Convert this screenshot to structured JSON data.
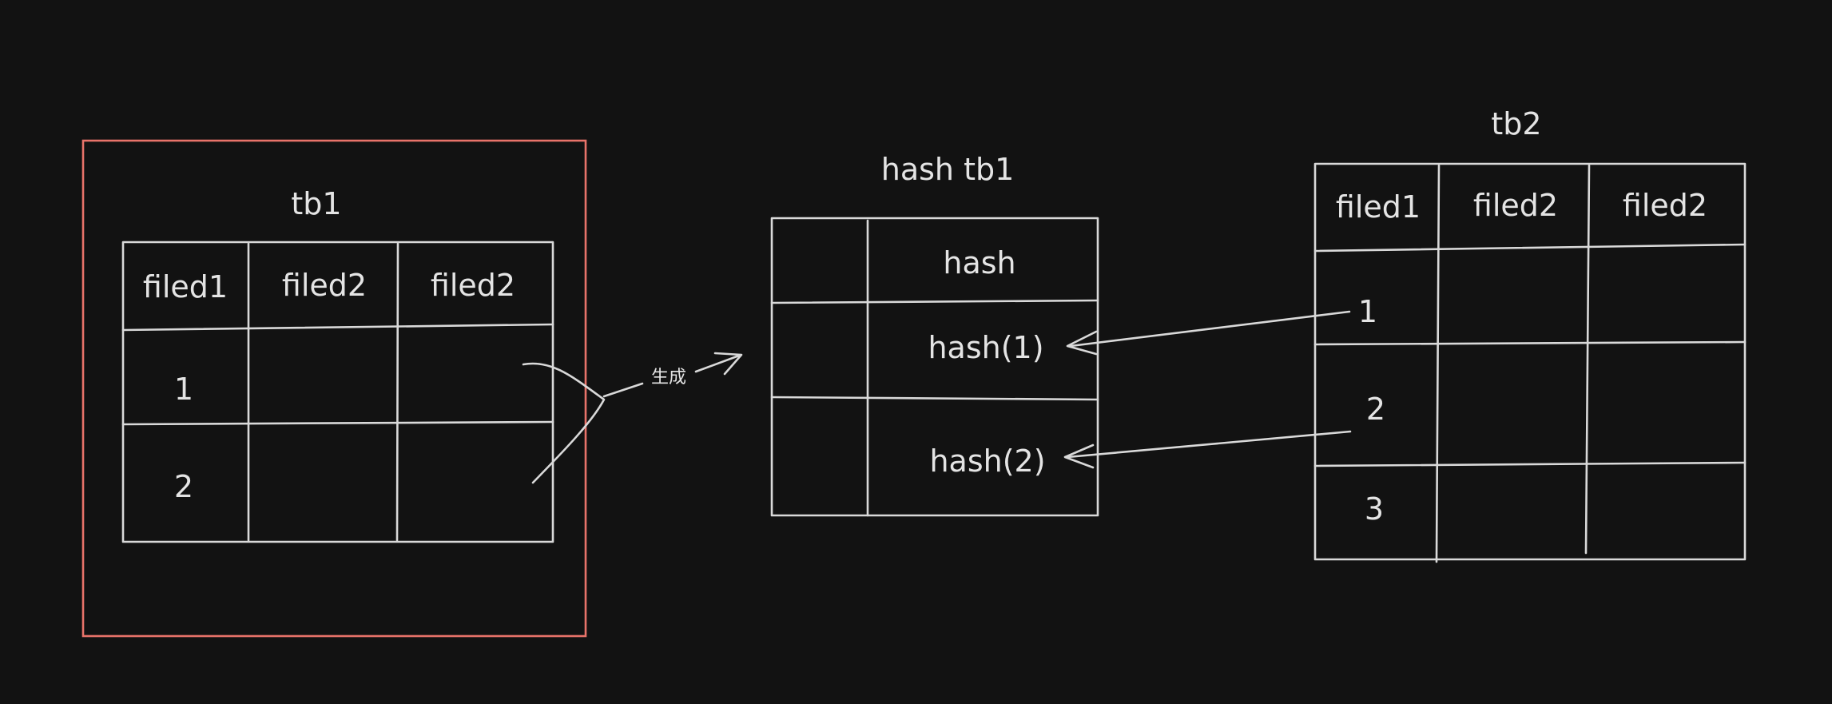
{
  "colors": {
    "background": "#121212",
    "stroke": "#d9d9d9",
    "text": "#e4e4e4",
    "highlight": "#e8736a"
  },
  "tb1": {
    "title": "tb1",
    "headers": [
      "filed1",
      "filed2",
      "filed2"
    ],
    "rows": [
      "1",
      "2"
    ]
  },
  "hash_tb1": {
    "title": "hash tb1",
    "header": "hash",
    "rows": [
      "hash(1)",
      "hash(2)"
    ]
  },
  "tb2": {
    "title": "tb2",
    "headers": [
      "filed1",
      "filed2",
      "filed2"
    ],
    "rows": [
      "1",
      "2",
      "3"
    ]
  },
  "generate_label": "生成"
}
